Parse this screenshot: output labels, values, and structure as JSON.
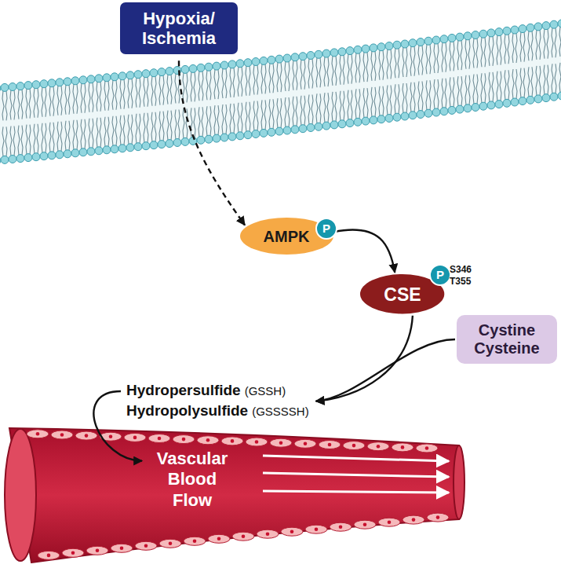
{
  "diagram": {
    "nodes": [
      {
        "text": [
          "Hypoxia/ Ischemia"
        ]
      },
      {
        "text": [
          "AMPK"
        ]
      },
      {
        "text": [
          "CSE"
        ]
      },
      {
        "text": [
          "Cystine Cysteine"
        ]
      },
      {
        "text": [
          "Hydropersulfide",
          "(GSSH)",
          "Hydropolysulfide",
          "(GSSSSH)"
        ]
      },
      {
        "text": [
          "Vascular Blood Flow"
        ]
      }
    ],
    "edges": [
      {
        "from": 0,
        "to": 1,
        "arrow": "to"
      },
      {
        "from": 1,
        "to": 2,
        "arrow": "to"
      },
      {
        "from": 2,
        "to": 4,
        "arrow": "to"
      },
      {
        "from": 3,
        "to": 4,
        "arrow": "to"
      },
      {
        "from": 4,
        "to": 5,
        "arrow": "to"
      }
    ],
    "labels": [
      "P",
      "P",
      "S346",
      "T355"
    ]
  }
}
